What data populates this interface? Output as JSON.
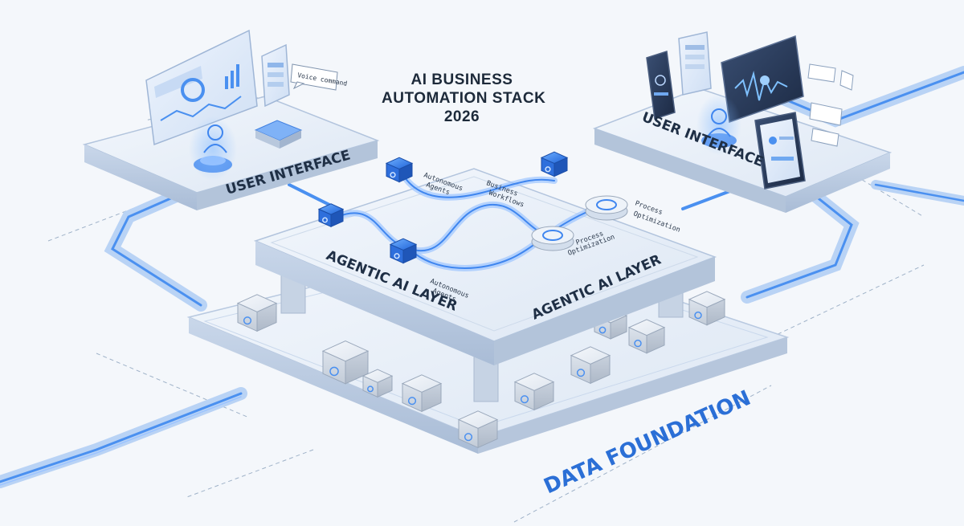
{
  "title": {
    "line1": "AI BUSINESS",
    "line2": "AUTOMATION STACK",
    "line3": "2026"
  },
  "layers": {
    "ui_left": "USER INTERFACE",
    "ui_right": "USER INTERFACE",
    "agentic_left": "AGENTIC AI LAYER",
    "agentic_right": "AGENTIC AI LAYER",
    "data_foundation": "DATA FOUNDATION"
  },
  "modules": {
    "autonomous_agents_top": [
      "Autonomous",
      "Agents"
    ],
    "business_workflows": [
      "Business",
      "Workflows"
    ],
    "process_optimization_right": [
      "Process",
      "Optimization"
    ],
    "process_optimization_center": [
      "Process",
      "Optimization"
    ],
    "autonomous_agents_bottom": [
      "Autonomous",
      "Agents"
    ]
  },
  "ui": {
    "voice_command_bubble": "Voice command"
  },
  "colors": {
    "accent": "#2b6fd6",
    "energy": "#4a90f0",
    "platform": "#e4ecf7",
    "text": "#1d2a3a"
  }
}
